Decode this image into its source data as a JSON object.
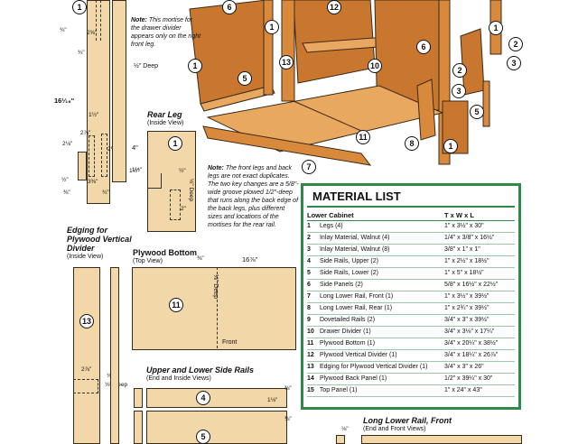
{
  "callouts": {
    "c1a": "1",
    "c6a": "6",
    "c12": "12",
    "c1b": "1",
    "c13": "13",
    "c10": "10",
    "c6b": "6",
    "c1c": "1",
    "c2a": "2",
    "c3a": "3",
    "c5a": "5",
    "c2b": "2",
    "c3b": "3",
    "c5b": "5",
    "c11a": "11",
    "c8": "8",
    "c1d": "1",
    "c7": "7",
    "c1e": "1",
    "c13b": "13",
    "c11b": "11",
    "c4": "4",
    "c5c": "5"
  },
  "top_note": {
    "label": "Note:",
    "text": "This mortise for the drawer divider appears only on the right front leg."
  },
  "deep_a": "½\" Deep",
  "leg_dims": {
    "d1": "¾\"",
    "d2": "2⅝\"",
    "d3": "¾\"",
    "d4": "16¹⁄₁₆\"",
    "d5": "1½\"",
    "d6": "2⅞\"",
    "d7": "2⅛\"",
    "d8": "2¼\"",
    "d9": "½\"",
    "d10": "3⅜\"",
    "d11": "1½\"",
    "d12": "⅜\"",
    "d13": "¾\""
  },
  "rear_leg": {
    "title": "Rear Leg",
    "subtitle": "(Inside View)",
    "d1": "4\"",
    "d2": "1½\"",
    "d3": "½\"",
    "d4": "2\"",
    "deep": "½\" Deep"
  },
  "legs_note": {
    "label": "Note:",
    "text": "The front legs and back legs are not exact duplicates. The two key changes are a 5/8\"-wide groove plowed 1/2\"-deep that runs along the back edge of the back legs, plus different sizes and locations of the mortises for the rear rail."
  },
  "edging": {
    "title": "Edging for Plywood Vertical Divider",
    "subtitle": "(Inside View)",
    "d1": "2⅞\"",
    "d2": "⅛\"",
    "deep": "⅛\" Deep"
  },
  "plywood_bottom": {
    "title": "Plywood Bottom",
    "subtitle": "(Top View)",
    "d1": "16⅞\"",
    "d2": "⅜\"",
    "deep": "⅛\" Deep",
    "front": "Front"
  },
  "side_rails": {
    "title": "Upper and Lower Side Rails",
    "subtitle": "(End and Inside Views)",
    "d1": "1⅛\"",
    "d2": "⅜\"",
    "d3": "⅜\""
  },
  "long_rail": {
    "title": "Long Lower Rail, Front",
    "subtitle": "(End and Front Views)",
    "d1": "⅛\""
  },
  "material_list": {
    "title": "MATERIAL LIST",
    "section": "Lower Cabinet",
    "col_dims": "T x W x L",
    "items": [
      {
        "n": "1",
        "name": "Legs (4)",
        "dims": "1\" x 3½\" x 30\""
      },
      {
        "n": "2",
        "name": "Inlay Material, Walnut (4)",
        "dims": "1/4\" x 3/8\" x 16½\""
      },
      {
        "n": "3",
        "name": "Inlay Material, Walnut (8)",
        "dims": "3/8\" x 1\" x 1\""
      },
      {
        "n": "4",
        "name": "Side Rails, Upper (2)",
        "dims": "1\" x 2½\" x 18½\""
      },
      {
        "n": "5",
        "name": "Side Rails, Lower (2)",
        "dims": "1\" x 5\" x 18½\""
      },
      {
        "n": "6",
        "name": "Side Panels (2)",
        "dims": "5/8\" x 16½\" x 22½\""
      },
      {
        "n": "7",
        "name": "Long Lower Rail, Front (1)",
        "dims": "1\" x 3½\" x 39½\""
      },
      {
        "n": "8",
        "name": "Long Lower Rail, Rear (1)",
        "dims": "1\" x 2¾\" x 39½\""
      },
      {
        "n": "9",
        "name": "Dovetailed Rails (2)",
        "dims": "3/4\" x 3\" x 39½\""
      },
      {
        "n": "10",
        "name": "Drawer Divider (1)",
        "dims": "3/4\" x 3⅛\" x 17¼\""
      },
      {
        "n": "11",
        "name": "Plywood Bottom (1)",
        "dims": "3/4\" x 20¼\" x 38½\""
      },
      {
        "n": "12",
        "name": "Plywood Vertical Divider (1)",
        "dims": "3/4\" x 18¼\" x 26⅞\""
      },
      {
        "n": "13",
        "name": "Edging for Plywood Vertical Divider (1)",
        "dims": "3/4\" x 3\" x 26\""
      },
      {
        "n": "14",
        "name": "Plywood Back Panel (1)",
        "dims": "1/2\" x 39¼\" x 30\""
      },
      {
        "n": "15",
        "name": "Top Panel (1)",
        "dims": "1\" x 24\" x 43\""
      }
    ]
  },
  "colors": {
    "wood_light": "#f2d7a8",
    "wood_dark": "#c9772e",
    "accent_green": "#2f8a4a"
  }
}
